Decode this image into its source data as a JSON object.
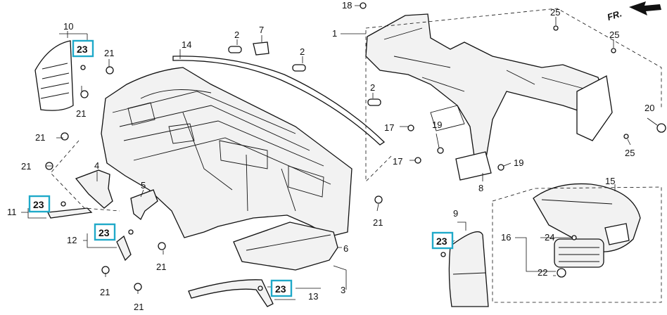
{
  "direction_label": "FR.",
  "callouts": {
    "c1": "1",
    "c2a": "2",
    "c2b": "2",
    "c2c": "2",
    "c3": "3",
    "c4": "4",
    "c5": "5",
    "c6": "6",
    "c7": "7",
    "c8": "8",
    "c9": "9",
    "c10": "10",
    "c11": "11",
    "c12": "12",
    "c13": "13",
    "c14": "14",
    "c15": "15",
    "c16": "16",
    "c17a": "17",
    "c17b": "17",
    "c18": "18",
    "c19a": "19",
    "c19b": "19",
    "c20": "20",
    "c21a": "21",
    "c21b": "21",
    "c21c": "21",
    "c21d": "21",
    "c21e": "21",
    "c21f": "21",
    "c21g": "21",
    "c21h": "21",
    "c22": "22",
    "c24": "24",
    "c25a": "25",
    "c25b": "25",
    "c25c": "25"
  },
  "highlighted_callouts": {
    "h23a": "23",
    "h23b": "23",
    "h23c": "23",
    "h23d": "23",
    "h23e": "23"
  }
}
